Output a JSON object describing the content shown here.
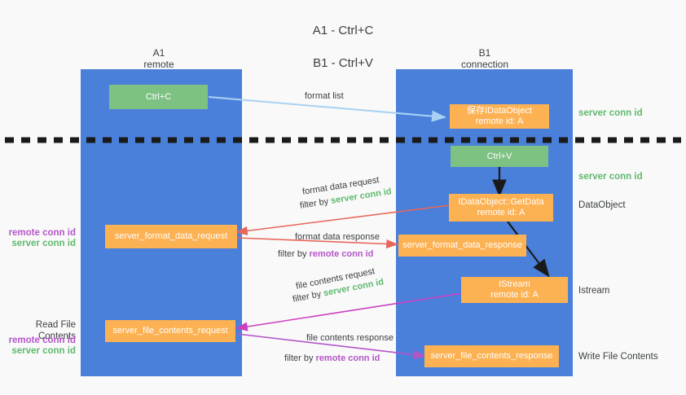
{
  "title": {
    "line1": "A1 - Ctrl+C",
    "line2": "B1 - Ctrl+V"
  },
  "columns": [
    {
      "name": "A1",
      "sub": "remote"
    },
    {
      "name": "B1",
      "sub": "connection"
    }
  ],
  "nodes": {
    "ctrl_c": "Ctrl+C",
    "ctrl_v": "Ctrl+V",
    "save_idataobject": "保存IDataObject\nremote id: A",
    "getdata": "IDataObject::GetData\nremote id: A",
    "istream": "IStream\nremote id: A",
    "server_format_data_request": "server_format_data_request",
    "server_format_data_response": "server_format_data_response",
    "server_file_contents_request": "server_file_contents_request",
    "server_file_contents_response": "server_file_contents_response"
  },
  "edges": {
    "format_list": "format list",
    "format_data_request": "format data request",
    "format_data_request_filter_prefix": "filter by ",
    "format_data_request_filter_value": "server conn id",
    "format_data_response": "format data response",
    "format_data_response_filter_prefix": "filter by ",
    "format_data_response_filter_value": "remote conn id",
    "file_contents_request": "file contents request",
    "file_contents_request_filter_prefix": "filter by ",
    "file_contents_request_filter_value": "server conn id",
    "file_contents_response": "file contents response",
    "file_contents_response_filter_prefix": "filter by ",
    "file_contents_response_filter_value": "remote conn id"
  },
  "annotations": {
    "right_server_conn_id_top": "server conn id",
    "right_server_conn_id_mid": "server conn id",
    "right_dataobject": "DataObject",
    "right_istream": "Istream",
    "right_write_file_contents": "Write File Contents",
    "left_remote_conn_id_1": "remote conn id",
    "left_server_conn_id_1": "server conn id",
    "left_read_file_contents": "Read File Contents",
    "left_remote_conn_id_2": "remote conn id",
    "left_server_conn_id_2": "server conn id"
  },
  "colors": {
    "panel_blue": "#4a80da",
    "node_green": "#7dc183",
    "node_orange": "#fcb152",
    "arrow_lightblue": "#a9d2f2",
    "arrow_red": "#e8655a",
    "arrow_magenta": "#cc3fbf",
    "arrow_purple": "#b455c8",
    "arrow_black": "#1a1a1a",
    "text_green": "#5eb96e",
    "text_purple": "#b455c8",
    "background": "#f9f9f9"
  }
}
